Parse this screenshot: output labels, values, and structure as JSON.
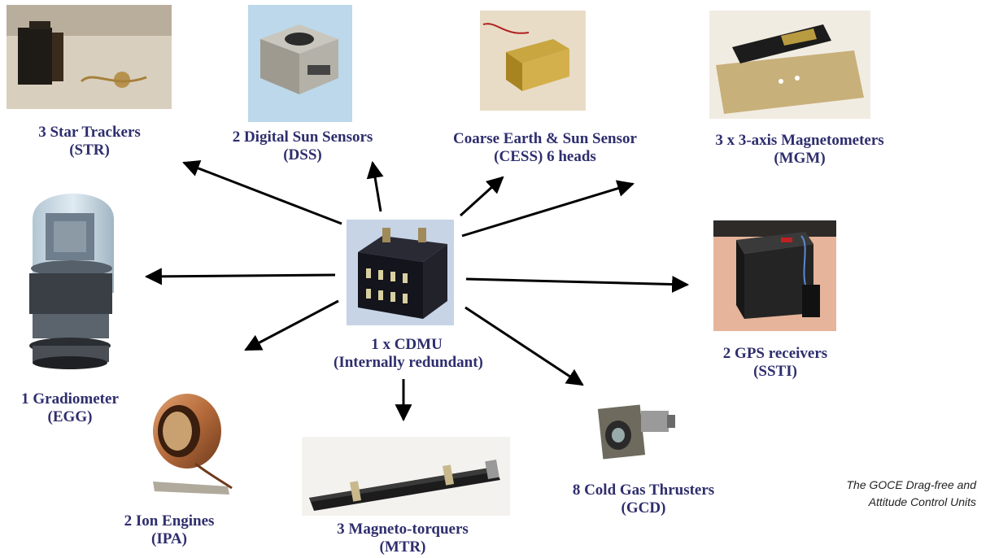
{
  "center": {
    "line1": "1 x CDMU",
    "line2": "(Internally redundant)"
  },
  "units": {
    "str": {
      "line1": "3 Star Trackers",
      "line2": "(STR)"
    },
    "dss": {
      "line1": "2 Digital Sun Sensors",
      "line2": "(DSS)"
    },
    "cess": {
      "line1": "Coarse Earth & Sun Sensor",
      "line2": "(CESS) 6 heads"
    },
    "mgm": {
      "line1": "3 x 3-axis Magnetometers",
      "line2": "(MGM)"
    },
    "gps": {
      "line1": "2 GPS receivers",
      "line2": "(SSTI)"
    },
    "gcd": {
      "line1": "8 Cold Gas Thrusters",
      "line2": "(GCD)"
    },
    "mtr": {
      "line1": "3 Magneto-torquers",
      "line2": "(MTR)"
    },
    "ipa": {
      "line1": "2 Ion Engines",
      "line2": "(IPA)"
    },
    "egg": {
      "line1": "1 Gradiometer",
      "line2": "(EGG)"
    }
  },
  "caption": {
    "line1": "The GOCE Drag-free and",
    "line2": "Attitude Control Units"
  },
  "colors": {
    "label": "#2e2e6e",
    "arrow": "#000000"
  }
}
